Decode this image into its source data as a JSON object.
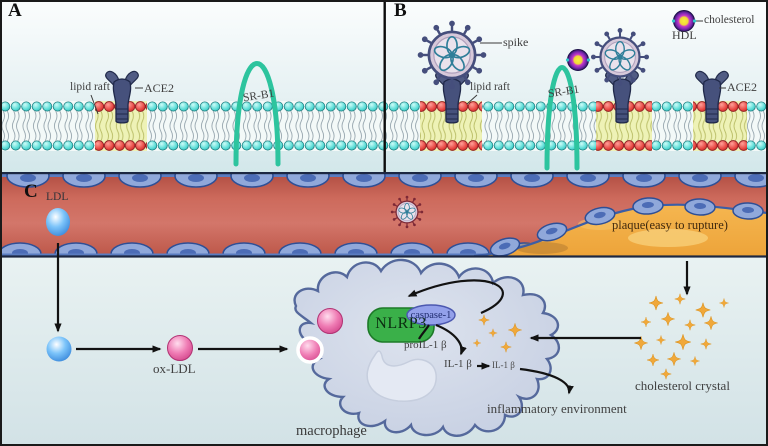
{
  "panel_a": {
    "label": "A",
    "lipid_raft": "lipid raft",
    "ace2": "ACE2",
    "sr_b1": "SR-B1"
  },
  "panel_b": {
    "label": "B",
    "spike": "spike",
    "lipid_raft": "lipid raft",
    "sr_b1": "SR-B1",
    "cholesterol": "cholesterol",
    "hdl": "HDL",
    "ace2": "ACE2"
  },
  "panel_c": {
    "label": "C",
    "ldl": "LDL",
    "ox_ldl": "ox-LDL",
    "plaque": "plaque(easy to rupture)",
    "nlrp3": "NLRP3",
    "caspase_1": "caspase-1",
    "pro_il_1b": "proIL-1 β",
    "il_1b": "IL-1 β",
    "il_1b_released": "IL-1 β",
    "inflammatory_environment": "inflammatory environment",
    "cholesterol_crystal": "cholesterol crystal",
    "macrophage": "macrophage"
  },
  "colors": {
    "membrane_head_cyan": "#58dcd6",
    "membrane_head_red": "#e5413c",
    "lipid_raft_yellow": "#eef2b6",
    "sr_b1_teal": "#2dc49e",
    "ace2_blue": "#46517c",
    "virus_body": "#d7c9da",
    "virus_rna_teal": "#2f7e99",
    "hdl_purple": "#8a2ec0",
    "hdl_core_yellow": "#f8ee3c",
    "vessel_lumen": "#cd685c",
    "endothelium_blue": "#90a8da",
    "plaque_orange": "#f0ab40",
    "ldl_blue": "#4aa0f0",
    "ox_ldl_pink": "#e8599d",
    "macrophage_fill": "#ccd4e3",
    "nlrp3_green": "#3ab049",
    "caspase_lavender": "#93a0ea",
    "crystal_orange": "#f0a83a",
    "arrow_black": "#121212"
  }
}
